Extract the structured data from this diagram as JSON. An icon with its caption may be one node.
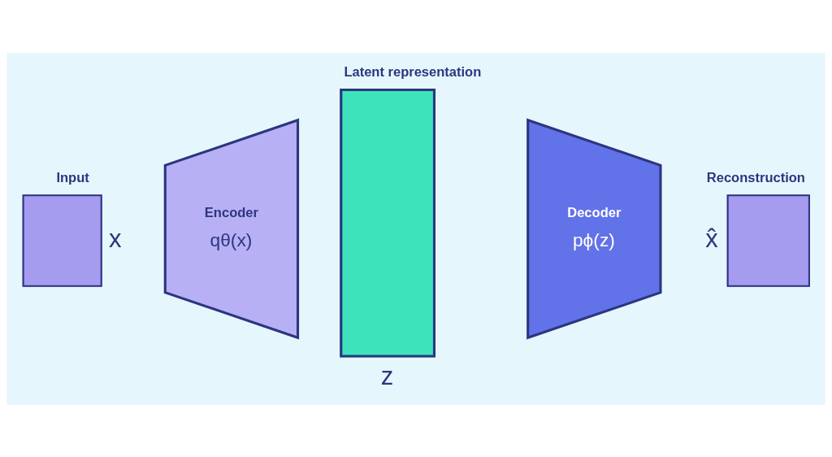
{
  "diagram": {
    "nodes": [
      {
        "text": [
          "Input"
        ],
        "beside": [
          "x"
        ]
      },
      {
        "text": [
          "Encoder",
          "qθ(x)"
        ]
      },
      {
        "text": [
          "Latent representation"
        ],
        "beside": [
          "z"
        ]
      },
      {
        "text": [
          "Decoder",
          "pϕ(z)"
        ]
      },
      {
        "text": [
          "Reconstruction"
        ],
        "beside": [
          "x̂"
        ]
      }
    ]
  }
}
